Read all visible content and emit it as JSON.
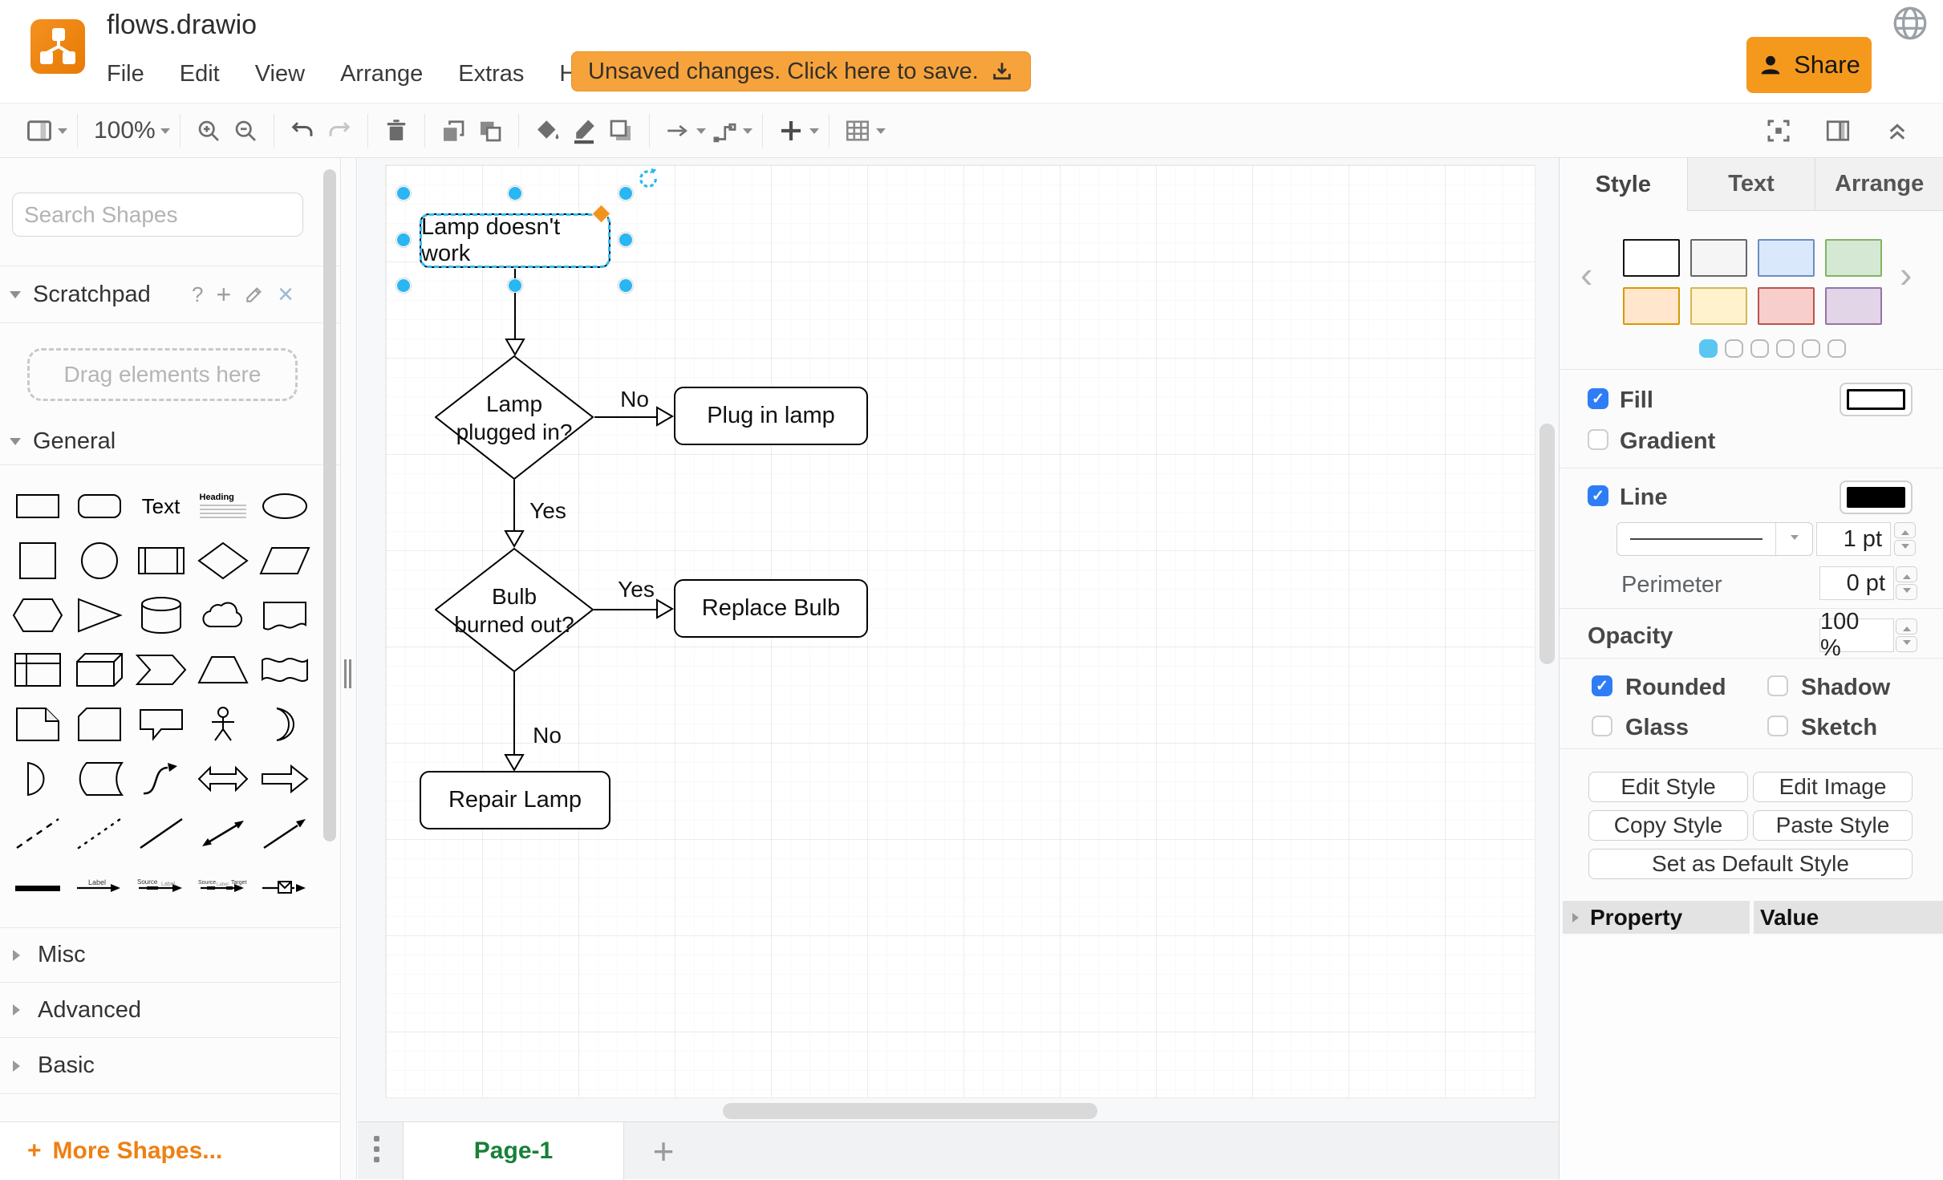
{
  "header": {
    "title": "flows.drawio",
    "menus": [
      "File",
      "Edit",
      "View",
      "Arrange",
      "Extras",
      "Help"
    ],
    "unsaved_button": "Unsaved changes. Click here to save.",
    "share_button": "Share"
  },
  "toolbar": {
    "zoom_level": "100%"
  },
  "sidebar": {
    "search_placeholder": "Search Shapes",
    "scratchpad_title": "Scratchpad",
    "drag_hint": "Drag elements here",
    "section_general": "General",
    "section_misc": "Misc",
    "section_advanced": "Advanced",
    "section_basic": "Basic",
    "more_shapes": "More Shapes...",
    "text_shape": "Text",
    "heading_shape": "Heading",
    "edge_labels": {
      "label": "Label",
      "source": "Source",
      "target": "Target"
    }
  },
  "canvas": {
    "nodes": {
      "start": "Lamp doesn't work",
      "q1_line1": "Lamp",
      "q1_line2": "plugged in?",
      "action1": "Plug in lamp",
      "q2_line1": "Bulb",
      "q2_line2": "burned out?",
      "action2": "Replace Bulb",
      "action3": "Repair Lamp"
    },
    "edge_labels": [
      "No",
      "Yes",
      "Yes",
      "No"
    ]
  },
  "format_panel": {
    "tabs": [
      "Style",
      "Text",
      "Arrange"
    ],
    "fill_label": "Fill",
    "gradient_label": "Gradient",
    "line_label": "Line",
    "perimeter_label": "Perimeter",
    "opacity_label": "Opacity",
    "line_width": "1 pt",
    "perimeter_value": "0 pt",
    "opacity_value": "100 %",
    "rounded_label": "Rounded",
    "shadow_label": "Shadow",
    "glass_label": "Glass",
    "sketch_label": "Sketch",
    "buttons": {
      "edit_style": "Edit Style",
      "edit_image": "Edit Image",
      "copy_style": "Copy Style",
      "paste_style": "Paste Style",
      "set_default": "Set as Default Style"
    },
    "property_header": "Property",
    "value_header": "Value",
    "swatches": [
      "background:#ffffff;border-color:#141414",
      "background:#f5f5f5;border-color:#666666",
      "background:#dae8fc;border-color:#6c8ebf",
      "background:#d5e8d4;border-color:#82b366",
      "background:#ffe6cc;border-color:#d79b00",
      "background:#fff2cc;border-color:#d6b656",
      "background:#f8cecc;border-color:#b85450",
      "background:#e1d5e7;border-color:#9673a6"
    ],
    "fill_swatch": "background:#ffffff;border:3px solid #000000",
    "line_swatch": "background:#000000;border:3px solid #000000"
  },
  "footer": {
    "page_tab": "Page-1"
  },
  "icons": {
    "question": "?",
    "plus": "+",
    "close": "×",
    "check": "✓",
    "chevron_left": "‹",
    "chevron_right": "›"
  },
  "colors": {
    "accent_orange": "#f08705",
    "selection_blue": "#29b6f2",
    "save_banner": "#f7a33c",
    "share_button": "#f5991d",
    "page_tab_green": "#188038"
  }
}
